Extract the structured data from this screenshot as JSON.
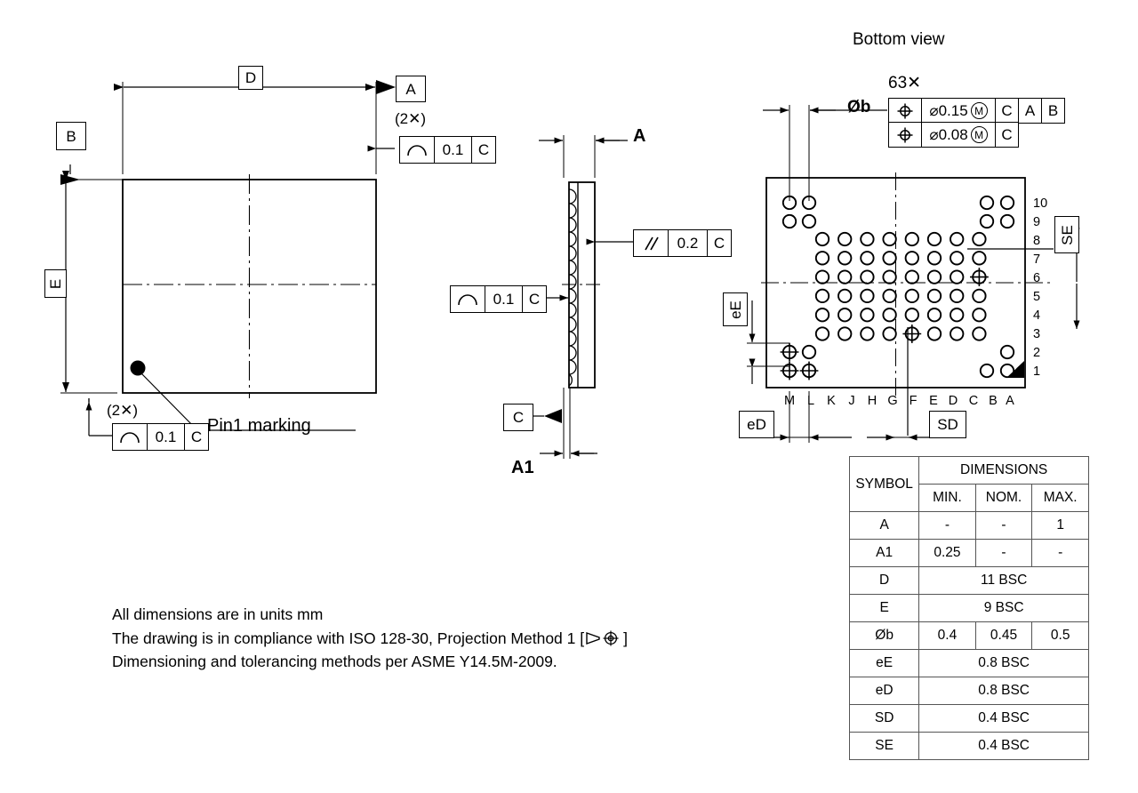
{
  "titles": {
    "bottom_view": "Bottom view"
  },
  "top_view": {
    "dim_D": "D",
    "dim_E": "E",
    "datum_A": "A",
    "datum_B": "B",
    "qty_top": "(2✕)",
    "qty_bottom": "(2✕)",
    "fcf_top": {
      "symbol": "profile-of-surface",
      "tolerance": "0.1",
      "datum": "C"
    },
    "fcf_bottom": {
      "symbol": "profile-of-surface",
      "tolerance": "0.1",
      "datum": "C"
    },
    "pin1_label": "Pin1 marking"
  },
  "side_view": {
    "dim_A": "A",
    "dim_A1": "A1",
    "datum_C": "C",
    "fcf_parallel": {
      "symbol": "parallelism",
      "tolerance": "0.2",
      "datum": "C"
    },
    "fcf_profile": {
      "symbol": "profile-of-surface",
      "tolerance": "0.1",
      "datum": "C"
    }
  },
  "bottom_view": {
    "ball_count": "63✕",
    "dia_label": "Øb",
    "fcf_rows": [
      {
        "symbol": "position",
        "tolerance": "⌀0.15",
        "modifier": "M",
        "datums": [
          "C",
          "A",
          "B"
        ]
      },
      {
        "symbol": "position",
        "tolerance": "⌀0.08",
        "modifier": "M",
        "datums": [
          "C"
        ]
      }
    ],
    "pitch_eE": "eE",
    "pitch_eD": "eD",
    "offset_SD": "SD",
    "offset_SE": "SE",
    "column_labels": [
      "M",
      "L",
      "K",
      "J",
      "H",
      "G",
      "F",
      "E",
      "D",
      "C",
      "B",
      "A"
    ],
    "row_labels": [
      "10",
      "9",
      "8",
      "7",
      "6",
      "5",
      "4",
      "3",
      "2",
      "1"
    ],
    "ball_map": {
      "corner_top_left_cols": [
        "M",
        "L"
      ],
      "corner_top_left_rows": [
        "10",
        "9"
      ],
      "corner_top_right_cols": [
        "B",
        "A"
      ],
      "corner_top_right_rows": [
        "10",
        "9"
      ],
      "center_cols": [
        "K",
        "J",
        "H",
        "G",
        "F",
        "E",
        "D",
        "C"
      ],
      "center_rows": [
        "8",
        "7",
        "6",
        "5",
        "4",
        "3"
      ],
      "corner_bottom_left_cols": [
        "M",
        "L"
      ],
      "corner_bottom_left_rows": [
        "2",
        "1"
      ],
      "corner_bottom_right": [
        [
          "A",
          "2"
        ],
        [
          "B",
          "1"
        ],
        [
          "A",
          "1"
        ]
      ],
      "datum_target_balls": [
        [
          "C",
          "6"
        ],
        [
          "F",
          "3"
        ],
        [
          "M",
          "2"
        ],
        [
          "M",
          "1"
        ],
        [
          "L",
          "1"
        ]
      ]
    }
  },
  "notes": [
    "All dimensions are in units mm",
    "The drawing is in compliance with ISO 128-30, Projection Method 1 [",
    "]",
    "Dimensioning and tolerancing methods per ASME Y14.5M-2009."
  ],
  "dimension_table": {
    "headers": {
      "symbol": "SYMBOL",
      "dimensions": "DIMENSIONS",
      "min": "MIN.",
      "nom": "NOM.",
      "max": "MAX."
    },
    "rows": [
      {
        "symbol": "A",
        "min": "-",
        "nom": "-",
        "max": "1",
        "span": false
      },
      {
        "symbol": "A1",
        "min": "0.25",
        "nom": "-",
        "max": "-",
        "span": false
      },
      {
        "symbol": "D",
        "value": "11 BSC",
        "span": true
      },
      {
        "symbol": "E",
        "value": "9 BSC",
        "span": true
      },
      {
        "symbol": "Øb",
        "min": "0.4",
        "nom": "0.45",
        "max": "0.5",
        "span": false
      },
      {
        "symbol": "eE",
        "value": "0.8 BSC",
        "span": true
      },
      {
        "symbol": "eD",
        "value": "0.8 BSC",
        "span": true
      },
      {
        "symbol": "SD",
        "value": "0.4 BSC",
        "span": true
      },
      {
        "symbol": "SE",
        "value": "0.4 BSC",
        "span": true
      }
    ]
  },
  "colors": {
    "line": "#000000",
    "table_border": "#555555",
    "background": "#ffffff"
  }
}
